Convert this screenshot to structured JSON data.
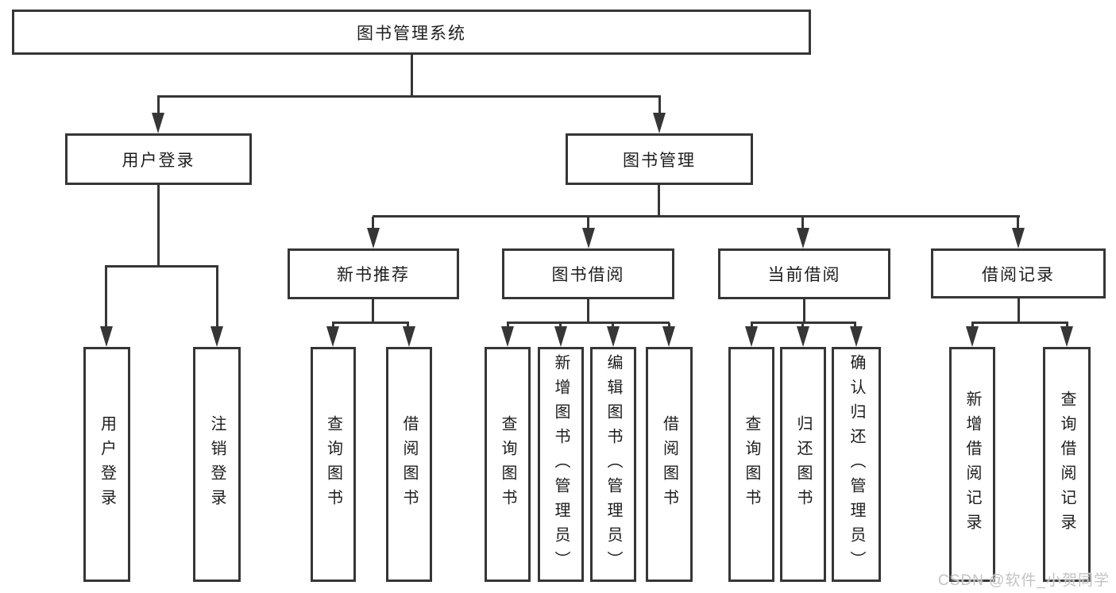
{
  "diagram": {
    "title": "图书管理系统",
    "level2": [
      {
        "label": "用户登录",
        "children": [
          {
            "label": "用户登录"
          },
          {
            "label": "注销登录"
          }
        ]
      },
      {
        "label": "图书管理",
        "children": [
          {
            "label": "新书推荐",
            "children": [
              {
                "label": "查询图书"
              },
              {
                "label": "借阅图书"
              }
            ]
          },
          {
            "label": "图书借阅",
            "children": [
              {
                "label": "查询图书"
              },
              {
                "label": "新增图书（管理员）"
              },
              {
                "label": "编辑图书（管理员）"
              },
              {
                "label": "借阅图书"
              }
            ]
          },
          {
            "label": "当前借阅",
            "children": [
              {
                "label": "查询图书"
              },
              {
                "label": "归还图书"
              },
              {
                "label": "确认归还（管理员）"
              }
            ]
          },
          {
            "label": "借阅记录",
            "children": [
              {
                "label": "新增借阅记录"
              },
              {
                "label": "查询借阅记录"
              }
            ]
          }
        ]
      }
    ]
  },
  "watermark": {
    "text": "CSDN @软件_小贺同学"
  },
  "colors": {
    "line": "#363636",
    "text": "#1d1d1d",
    "background": "#ffffff",
    "watermark": "#c3c3c3"
  }
}
